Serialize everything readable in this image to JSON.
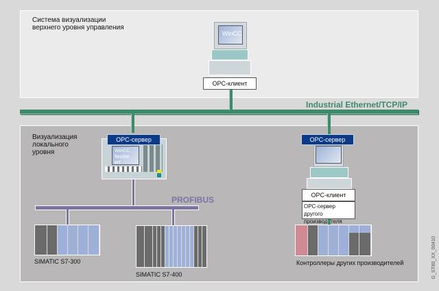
{
  "upper_zone": {
    "title": "Система визуализации\nверхнего уровня управления"
  },
  "lower_zone": {
    "title": "Визуализация\nлокального\nуровня"
  },
  "ethernet": {
    "label": "Industrial Ethernet/TCP/IP",
    "color": "#3f8a6a"
  },
  "profibus": {
    "label": "PROFIBUS",
    "color": "#7b73a4"
  },
  "top_station": {
    "screen_text": "WinCC",
    "label": "OPC-клиент"
  },
  "panel_station": {
    "tag": "OPC-сервер",
    "screen_line1": "WinCC",
    "screen_line2": "flexible RT"
  },
  "right_station": {
    "tag": "OPC-сервер",
    "client_label": "OPC-клиент",
    "server_label": "OPC-сервер другого производителя"
  },
  "plcs": [
    {
      "label": "SIMATIC S7-300"
    },
    {
      "label": "SIMATIC S7-400"
    },
    {
      "label": "Контроллеры других производителей"
    }
  ],
  "figure_code": "G_ST80_XX_00410",
  "colors": {
    "opc_server_tag": "#0b3b86",
    "third_party_module": "#d08a92",
    "io_module": "#9fb0d8"
  }
}
